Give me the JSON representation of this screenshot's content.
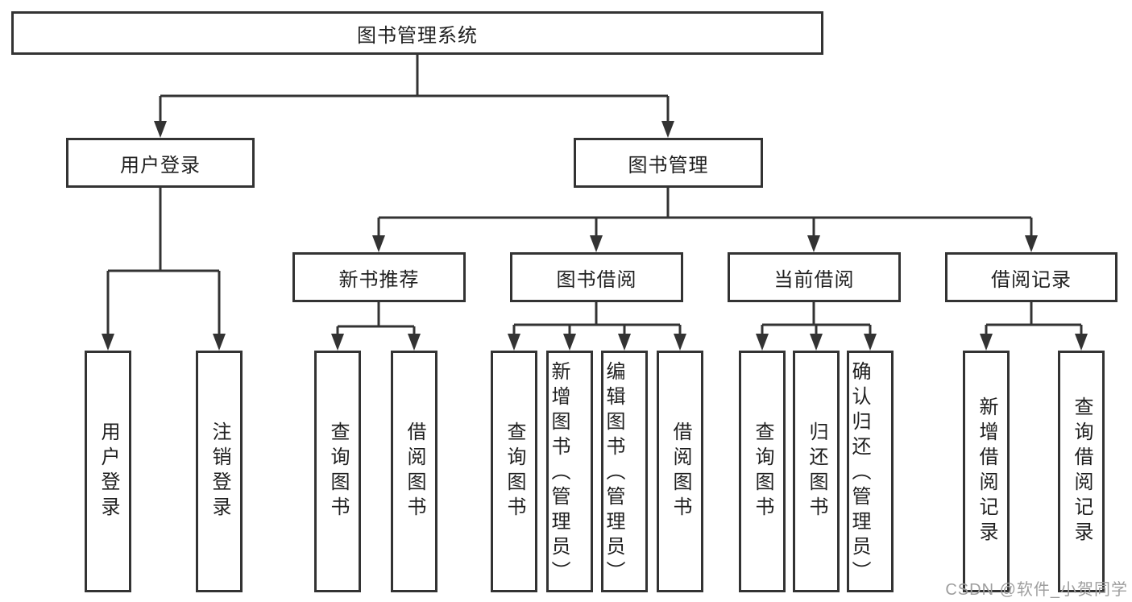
{
  "colors": {
    "line": "#333333",
    "box_border": "#333333",
    "text": "#1f1f1f",
    "background": "#ffffff",
    "watermark": "#9e9e9e"
  },
  "watermark": "CSDN @软件_小贺同学",
  "tree": {
    "root": {
      "label": "图书管理系统",
      "children": [
        {
          "label": "用户登录",
          "children": [
            {
              "label": "用户登录"
            },
            {
              "label": "注销登录"
            }
          ]
        },
        {
          "label": "图书管理",
          "children": [
            {
              "label": "新书推荐",
              "children": [
                {
                  "label": "查询图书"
                },
                {
                  "label": "借阅图书"
                }
              ]
            },
            {
              "label": "图书借阅",
              "children": [
                {
                  "label": "查询图书"
                },
                {
                  "label": "新增图书（管理员）"
                },
                {
                  "label": "编辑图书（管理员）"
                },
                {
                  "label": "借阅图书"
                }
              ]
            },
            {
              "label": "当前借阅",
              "children": [
                {
                  "label": "查询图书"
                },
                {
                  "label": "归还图书"
                },
                {
                  "label": "确认归还（管理员）"
                }
              ]
            },
            {
              "label": "借阅记录",
              "children": [
                {
                  "label": "新增借阅记录"
                },
                {
                  "label": "查询借阅记录"
                }
              ]
            }
          ]
        }
      ]
    }
  }
}
